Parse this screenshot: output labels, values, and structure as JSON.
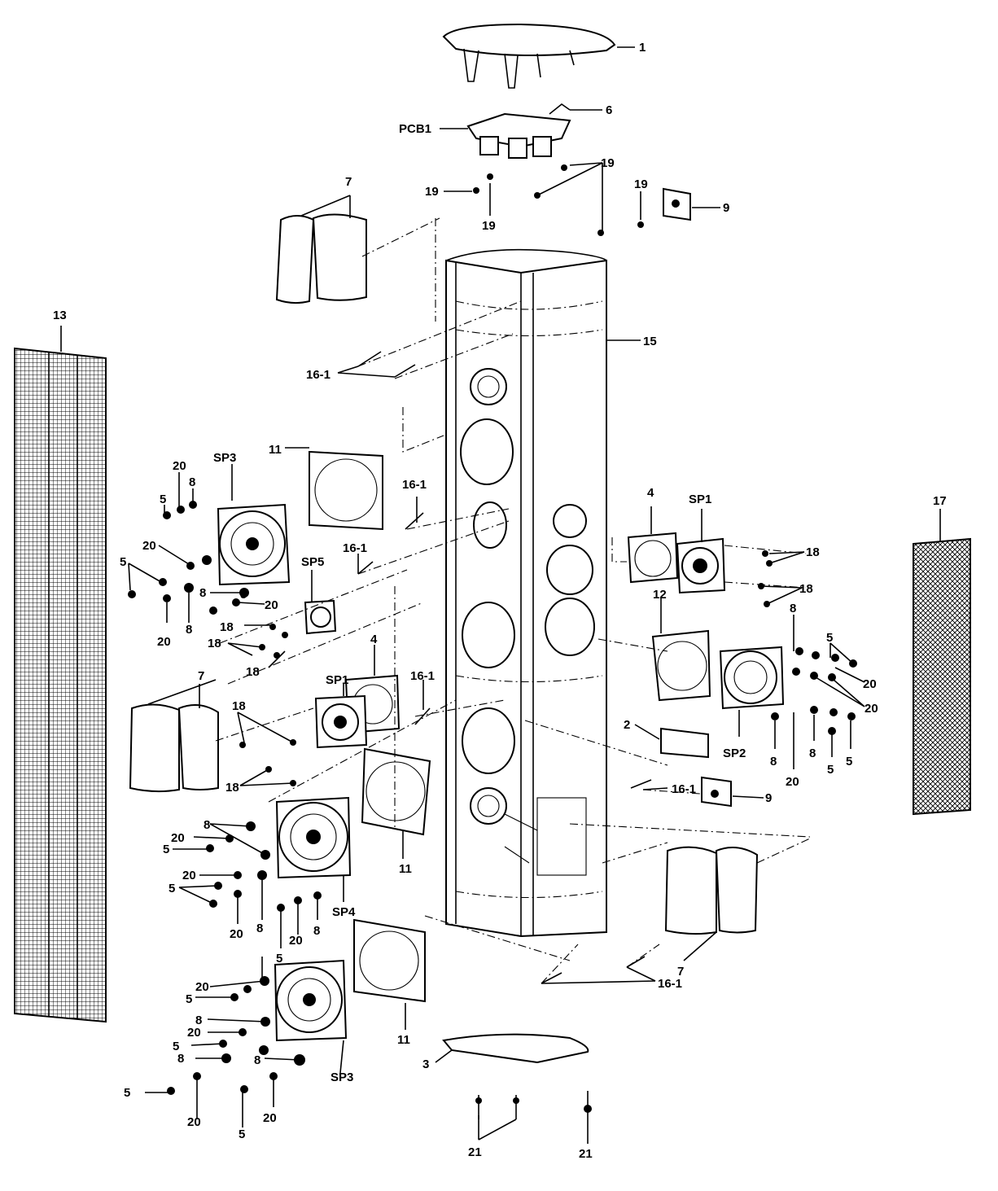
{
  "labels": {
    "l1": "1",
    "l2": "2",
    "l3": "3",
    "l4a": "4",
    "l4b": "4",
    "l5": "5",
    "l6": "6",
    "l7": "7",
    "l8": "8",
    "l9": "9",
    "l11": "11",
    "l12": "12",
    "l13": "13",
    "l15": "15",
    "l16": "16-1",
    "l17": "17",
    "l18": "18",
    "l19": "19",
    "l20": "20",
    "l21": "21",
    "pcb1": "PCB1",
    "sp1": "SP1",
    "sp2": "SP2",
    "sp3": "SP3",
    "sp4": "SP4",
    "sp5": "SP5"
  }
}
